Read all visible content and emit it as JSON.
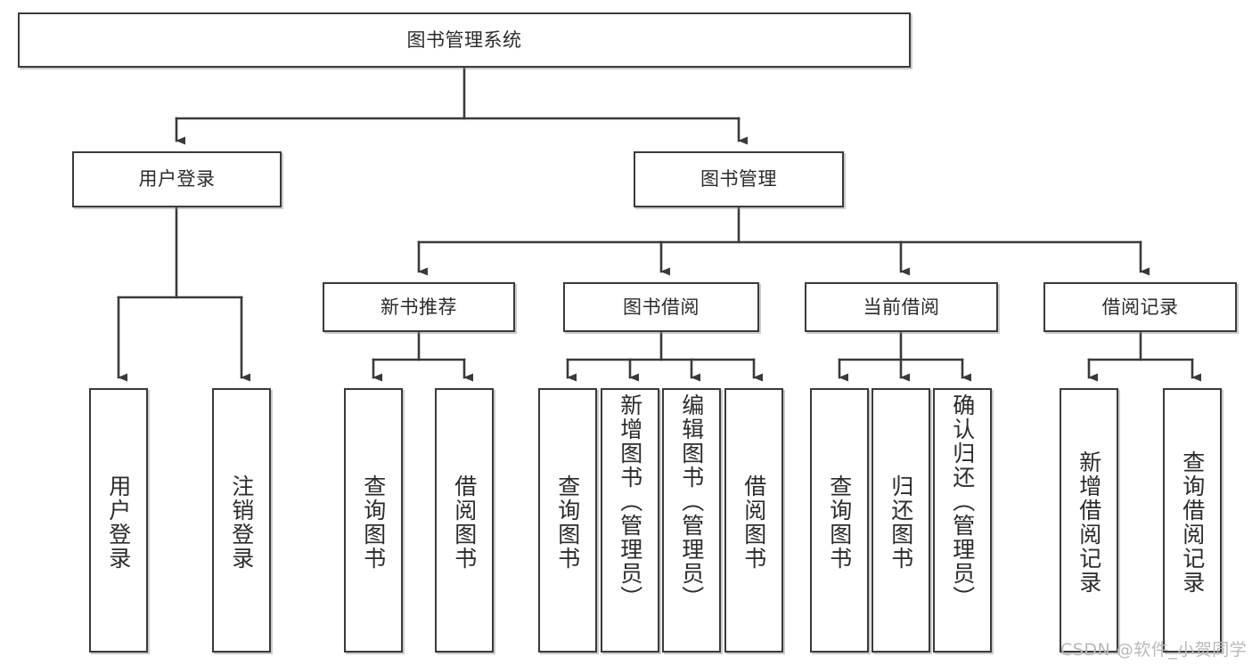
{
  "diagram": {
    "type": "tree",
    "title": "图书管理系统",
    "watermark": "CSDN @软件_小贺同学",
    "colors": {
      "box_border": "#3a3a3a",
      "box_fill": "#ffffff",
      "connector": "#3a3a3a",
      "text": "#2b2b2b",
      "watermark": "#b9b9b9"
    },
    "nodes": {
      "root": {
        "label": "图书管理系统"
      },
      "level2": [
        {
          "id": "user_login",
          "label": "用户登录"
        },
        {
          "id": "book_mgmt",
          "label": "图书管理"
        }
      ],
      "level3": [
        {
          "id": "new_book_rec",
          "label": "新书推荐",
          "parent": "book_mgmt"
        },
        {
          "id": "book_borrow",
          "label": "图书借阅",
          "parent": "book_mgmt"
        },
        {
          "id": "current_borrow",
          "label": "当前借阅",
          "parent": "book_mgmt"
        },
        {
          "id": "borrow_record",
          "label": "借阅记录",
          "parent": "book_mgmt"
        }
      ],
      "leaves": [
        {
          "id": "leaf_user_login",
          "label": "用户登录",
          "parent": "user_login"
        },
        {
          "id": "leaf_user_logout",
          "label": "注销登录",
          "parent": "user_login"
        },
        {
          "id": "leaf_query_book_1",
          "label": "查询图书",
          "parent": "new_book_rec"
        },
        {
          "id": "leaf_borrow_book_1",
          "label": "借阅图书",
          "parent": "new_book_rec"
        },
        {
          "id": "leaf_query_book_2",
          "label": "查询图书",
          "parent": "book_borrow"
        },
        {
          "id": "leaf_add_book",
          "label": "新增图书（管理员）",
          "parent": "book_borrow"
        },
        {
          "id": "leaf_edit_book",
          "label": "编辑图书（管理员）",
          "parent": "book_borrow"
        },
        {
          "id": "leaf_borrow_book_2",
          "label": "借阅图书",
          "parent": "book_borrow"
        },
        {
          "id": "leaf_query_book_3",
          "label": "查询图书",
          "parent": "current_borrow"
        },
        {
          "id": "leaf_return_book",
          "label": "归还图书",
          "parent": "current_borrow"
        },
        {
          "id": "leaf_confirm_return",
          "label": "确认归还（管理员）",
          "parent": "current_borrow"
        },
        {
          "id": "leaf_add_record",
          "label": "新增借阅记录",
          "parent": "borrow_record"
        },
        {
          "id": "leaf_query_record",
          "label": "查询借阅记录",
          "parent": "borrow_record"
        }
      ]
    }
  }
}
